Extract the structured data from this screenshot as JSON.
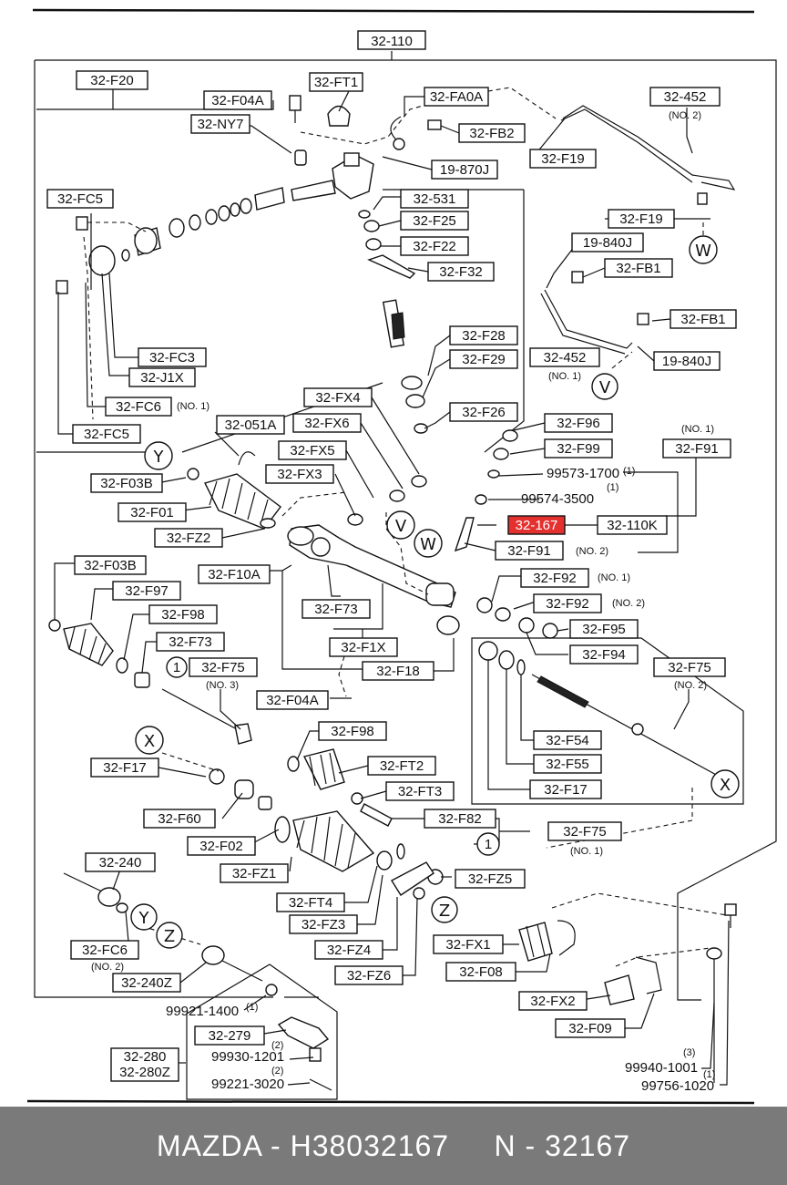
{
  "footer": {
    "caption": "MAZDA - H38032167     N - 32167"
  },
  "highlight_color": "#e53030",
  "labels": {
    "l110": "32-110",
    "lF20": "32-F20",
    "lF04A": "32-F04A",
    "lFT1": "32-FT1",
    "lFA0A": "32-FA0A",
    "l452a": "32-452",
    "l452a_note": "(NO. 2)",
    "lNY7": "32-NY7",
    "lFB2": "32-FB2",
    "l870J": "19-870J",
    "lF19a": "32-F19",
    "lFC5a": "32-FC5",
    "l531": "32-531",
    "lF25": "32-F25",
    "lF19b": "32-F19",
    "lF22": "32-F22",
    "l840Ja": "19-840J",
    "lF32": "32-F32",
    "lFB1a": "32-FB1",
    "lFB1b": "32-FB1",
    "lF28": "32-F28",
    "lFC3": "32-FC3",
    "l452b": "32-452",
    "l452b_note": "(NO. 1)",
    "l840Jb": "19-840J",
    "lJ1X": "32-J1X",
    "lF29": "32-F29",
    "lFC6a": "32-FC6",
    "lFC6a_note": "(NO. 1)",
    "lFX4": "32-FX4",
    "lF26": "32-F26",
    "lFC5b": "32-FC5",
    "l051A": "32-051A",
    "lFX6": "32-FX6",
    "lF96": "32-F96",
    "lNO1a": "(NO. 1)",
    "lF91a": "32-F91",
    "lFX5": "32-FX5",
    "lF99": "32-F99",
    "lF03Ba": "32-F03B",
    "lFX3": "32-FX3",
    "p99573": "99573-1700",
    "p99573_qty": "(1)",
    "p99574": "99574-3500",
    "p99574_qty": "(1)",
    "lF01": "32-F01",
    "l167": "32-167",
    "l110K": "32-110K",
    "lFZ2": "32-FZ2",
    "lF91b": "32-F91",
    "lF91b_note": "(NO. 2)",
    "lF03Bb": "32-F03B",
    "lF10A": "32-F10A",
    "lF92a": "32-F92",
    "lF92a_note": "(NO. 1)",
    "lF97": "32-F97",
    "lF92b": "32-F92",
    "lF92b_note": "(NO. 2)",
    "lF73a": "32-F73",
    "lF98a": "32-F98",
    "lF95": "32-F95",
    "lF73b": "32-F73",
    "lF1X": "32-F1X",
    "lF94": "32-F94",
    "lF75a": "32-F75",
    "lF75a_note": "(NO. 3)",
    "lF18": "32-F18",
    "lF75b": "32-F75",
    "lF75b_note": "(NO. 2)",
    "lF04Ab": "32-F04A",
    "lF98b": "32-F98",
    "lF54": "32-F54",
    "lF17a": "32-F17",
    "lFT2": "32-FT2",
    "lF55": "32-F55",
    "lFT3": "32-FT3",
    "lF17b": "32-F17",
    "lF60": "32-F60",
    "lF82": "32-F82",
    "lF75c": "32-F75",
    "lF75c_note": "(NO. 1)",
    "lF02": "32-F02",
    "l240": "32-240",
    "lFZ1": "32-FZ1",
    "lFZ5": "32-FZ5",
    "lFT4": "32-FT4",
    "lFZ3": "32-FZ3",
    "lFX1": "32-FX1",
    "lFC6b": "32-FC6",
    "lFC6b_note": "(NO. 2)",
    "lFZ4": "32-FZ4",
    "lF08": "32-F08",
    "l240Z": "32-240Z",
    "lFZ6": "32-FZ6",
    "lFX2": "32-FX2",
    "p99921": "99921-1400",
    "p99921_qty": "(1)",
    "lF09": "32-F09",
    "l279": "32-279",
    "l279_qty": "(2)",
    "p99930": "99930-1201",
    "p99930_qty": "(2)",
    "l280": "32-280",
    "l280Z": "32-280Z",
    "p99221": "99221-3020",
    "p99940": "99940-1001",
    "p99940_qty": "(3)",
    "p99756": "99756-1020",
    "p99756_qty": "(1)"
  },
  "callouts": {
    "W1": "W",
    "V1": "V",
    "Y1": "Y",
    "V2": "V",
    "W2": "W",
    "X1": "X",
    "X2": "X",
    "Y2": "Y",
    "Z1": "Z",
    "Z2": "Z",
    "one1": "1",
    "one2": "1"
  }
}
